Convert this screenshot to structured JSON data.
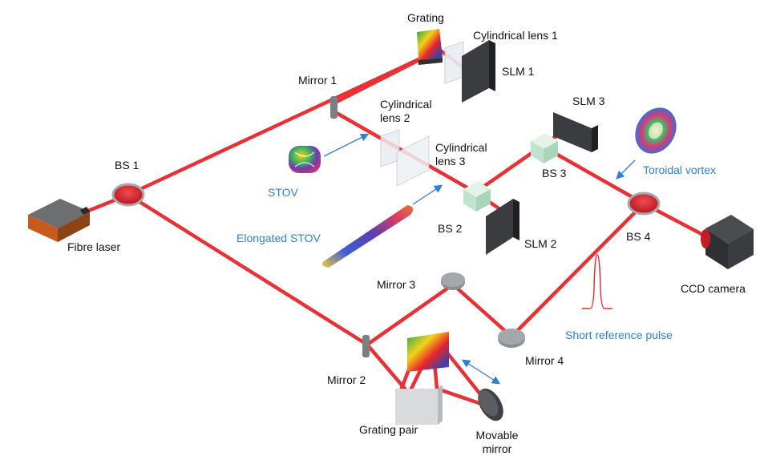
{
  "colors": {
    "beam": "#e8262b",
    "annotation": "#2f7fd6",
    "label": "#111111",
    "component_gray": "#8a8d91",
    "component_dark": "#3a3c40",
    "bs_red": "#d7232e"
  },
  "labels": {
    "grating": "Grating",
    "cyl_lens_1": "Cylindrical lens 1",
    "slm_1": "SLM 1",
    "mirror_1": "Mirror 1",
    "cyl_lens_2_line1": "Cylindrical",
    "cyl_lens_2_line2": "lens 2",
    "cyl_lens_3_line1": "Cylindrical",
    "cyl_lens_3_line2": "lens 3",
    "slm_3": "SLM 3",
    "bs_1": "BS 1",
    "bs_2": "BS 2",
    "bs_3": "BS 3",
    "bs_4": "BS 4",
    "slm_2": "SLM 2",
    "fibre_laser": "Fibre laser",
    "mirror_2": "Mirror 2",
    "mirror_3": "Mirror 3",
    "mirror_4": "Mirror 4",
    "grating_pair": "Grating pair",
    "movable_mirror_line1": "Movable",
    "movable_mirror_line2": "mirror",
    "ccd_camera": "CCD camera"
  },
  "annotations": {
    "stov": "STOV",
    "elongated_stov": "Elongated STOV",
    "toroidal_vortex": "Toroidal vortex",
    "short_reference_pulse": "Short reference pulse"
  },
  "icons": {
    "laser": "fibre-laser-icon",
    "camera": "ccd-camera-icon",
    "stov": "stov-wavepacket-icon",
    "elongated": "elongated-stov-icon",
    "toroid": "toroidal-vortex-icon",
    "pulse": "reference-pulse-icon"
  }
}
